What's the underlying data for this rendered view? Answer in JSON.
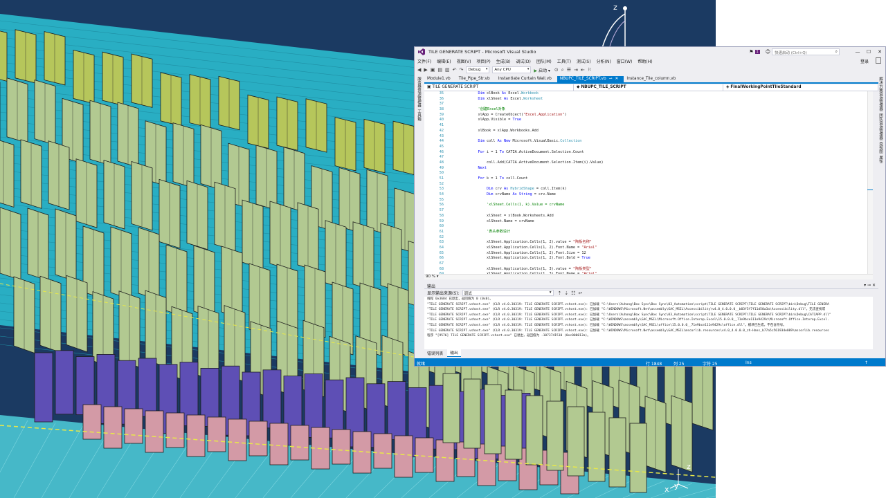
{
  "viewport": {
    "axes_top": {
      "z": "z"
    },
    "axes_bottom": {
      "z": "z",
      "y": "y",
      "x": "x"
    },
    "colors": {
      "background": "#1b3a62",
      "facade_green": "#b2c991",
      "facade_olive": "#b6c65b",
      "facade_purple": "#5e4fb5",
      "facade_pink": "#d39aa6",
      "facade_cyan": "#29aec3",
      "floor": "#46b8c8"
    }
  },
  "vs": {
    "title": "TILE GENERATE SCRIPT - Microsoft Visual Studio",
    "quick_launch_placeholder": "快速启动 (Ctrl+Q)",
    "notification_count": "1",
    "login": "登录",
    "menu": [
      "文件(F)",
      "编辑(E)",
      "视图(V)",
      "项目(P)",
      "生成(B)",
      "调试(D)",
      "团队(M)",
      "工具(T)",
      "测试(S)",
      "分析(N)",
      "窗口(W)",
      "帮助(H)"
    ],
    "toolbar": {
      "config": "Debug",
      "platform": "Any CPU",
      "start": "启动"
    },
    "tabs": [
      {
        "label": "Module1.vb"
      },
      {
        "label": "Tile_Pipe_Str.vb"
      },
      {
        "label": "Instantiate Curtain Wall.vb"
      },
      {
        "label": "NBUPC_TILE_SCRIPT.vb"
      },
      {
        "label": "Instance_Tile_column.vb"
      }
    ],
    "left_strip": [
      "服务器资源管理器",
      "工具箱"
    ],
    "right_strip": [
      "解决方案资源管理器",
      "团队资源管理器",
      "类视图",
      "属性"
    ],
    "nav": {
      "project": "TILE GENERATE SCRIPT",
      "class": "NBUPC_TILE_SCRIPT",
      "member": "FinalWorkingPointTileStandard"
    },
    "zoom": "90 %",
    "code_lines": [
      {
        "n": "35",
        "parts": [
          [
            "",
            "            "
          ],
          [
            "kw",
            "Dim"
          ],
          [
            "",
            " xlBook "
          ],
          [
            "kw",
            "As"
          ],
          [
            "",
            " Excel."
          ],
          [
            "ty",
            "Workbook"
          ]
        ]
      },
      {
        "n": "36",
        "parts": [
          [
            "",
            "            "
          ],
          [
            "kw",
            "Dim"
          ],
          [
            "",
            " xlSheet "
          ],
          [
            "kw",
            "As"
          ],
          [
            "",
            " Excel."
          ],
          [
            "ty",
            "Worksheet"
          ]
        ]
      },
      {
        "n": "37",
        "parts": []
      },
      {
        "n": "38",
        "parts": [
          [
            "",
            "            "
          ],
          [
            "cm",
            "'创建Excel对象"
          ]
        ]
      },
      {
        "n": "39",
        "parts": [
          [
            "",
            "            xlApp = CreateObject("
          ],
          [
            "st",
            "\"Excel.Application\""
          ],
          [
            "",
            ")"
          ]
        ]
      },
      {
        "n": "40",
        "parts": [
          [
            "",
            "            xlApp.Visible = "
          ],
          [
            "kw",
            "True"
          ]
        ]
      },
      {
        "n": "41",
        "parts": []
      },
      {
        "n": "42",
        "parts": [
          [
            "",
            "            xlBook = xlApp.Workbooks.Add"
          ]
        ]
      },
      {
        "n": "43",
        "parts": []
      },
      {
        "n": "44",
        "parts": [
          [
            "",
            "            "
          ],
          [
            "kw",
            "Dim"
          ],
          [
            "",
            " coll "
          ],
          [
            "kw",
            "As New"
          ],
          [
            "",
            " Microsoft.VisualBasic."
          ],
          [
            "ty",
            "Collection"
          ]
        ]
      },
      {
        "n": "45",
        "parts": []
      },
      {
        "n": "46",
        "parts": [
          [
            "",
            "            "
          ],
          [
            "kw",
            "For"
          ],
          [
            "",
            " i = 1 "
          ],
          [
            "kw",
            "To"
          ],
          [
            "",
            " CATIA.ActiveDocument.Selection.Count"
          ]
        ]
      },
      {
        "n": "47",
        "parts": []
      },
      {
        "n": "48",
        "parts": [
          [
            "",
            "                coll.Add(CATIA.ActiveDocument.Selection.Item(i).Value)"
          ]
        ]
      },
      {
        "n": "49",
        "parts": [
          [
            "",
            "            "
          ],
          [
            "kw",
            "Next"
          ]
        ]
      },
      {
        "n": "50",
        "parts": []
      },
      {
        "n": "51",
        "parts": [
          [
            "",
            "            "
          ],
          [
            "kw",
            "For"
          ],
          [
            "",
            " k = 1 "
          ],
          [
            "kw",
            "To"
          ],
          [
            "",
            " coll.Count"
          ]
        ]
      },
      {
        "n": "52",
        "parts": []
      },
      {
        "n": "53",
        "parts": [
          [
            "",
            "                "
          ],
          [
            "kw",
            "Dim"
          ],
          [
            "",
            " crv "
          ],
          [
            "kw",
            "As"
          ],
          [
            "",
            " "
          ],
          [
            "ty",
            "HybridShape"
          ],
          [
            "",
            " = coll.Item(k)"
          ]
        ]
      },
      {
        "n": "54",
        "parts": [
          [
            "",
            "                "
          ],
          [
            "kw",
            "Dim"
          ],
          [
            "",
            " crvName "
          ],
          [
            "kw",
            "As String"
          ],
          [
            "",
            " = crv.Name"
          ]
        ]
      },
      {
        "n": "55",
        "parts": []
      },
      {
        "n": "56",
        "parts": [
          [
            "",
            "                "
          ],
          [
            "cm",
            "'xlSheet.Cells(1, k).Value = crvName"
          ]
        ]
      },
      {
        "n": "57",
        "parts": []
      },
      {
        "n": "58",
        "parts": [
          [
            "",
            "                xlSheet = xlBook.Worksheets.Add"
          ]
        ]
      },
      {
        "n": "59",
        "parts": [
          [
            "",
            "                xlSheet.Name = crvName"
          ]
        ]
      },
      {
        "n": "60",
        "parts": []
      },
      {
        "n": "61",
        "parts": [
          [
            "",
            "                "
          ],
          [
            "cm",
            "'表头参数设计"
          ]
        ]
      },
      {
        "n": "62",
        "parts": []
      },
      {
        "n": "63",
        "parts": [
          [
            "",
            "                xlSheet.Application.Cells(1, 2).value = "
          ],
          [
            "st",
            "\"陶板名称\""
          ]
        ]
      },
      {
        "n": "64",
        "parts": [
          [
            "",
            "                xlSheet.Application.Cells(1, 2).Font.Name = "
          ],
          [
            "st",
            "\"Arial\""
          ]
        ]
      },
      {
        "n": "65",
        "parts": [
          [
            "",
            "                xlSheet.Application.Cells(1, 2).Font.Size = 12"
          ]
        ]
      },
      {
        "n": "66",
        "parts": [
          [
            "",
            "                xlSheet.Application.Cells(1, 2).Font.Bold = "
          ],
          [
            "kw",
            "True"
          ]
        ]
      },
      {
        "n": "67",
        "parts": []
      },
      {
        "n": "68",
        "parts": [
          [
            "",
            "                xlSheet.Application.Cells(1, 3).value = "
          ],
          [
            "st",
            "\"陶板类型\""
          ]
        ]
      },
      {
        "n": "69",
        "parts": [
          [
            "",
            "                xlSheet.Application.Cells(1, 3).Font.Name = "
          ],
          [
            "st",
            "\"Arial\""
          ]
        ]
      }
    ],
    "output": {
      "header": "输出",
      "source_label": "显示输出来源(S):",
      "source_value": "调试",
      "lines": [
        "线程 0x3684 已退出，返回值为 0 (0x0)。",
        "\"TILE GENERATE SCRIPT.vshost.exe\" (CLR v4.0.30319: TILE GENERATE SCRIPT.vshost.exe): 已加载 \"C:\\Users\\Xuhong\\Box Sync\\Box Sync\\03_Automation\\script\\TILE GENERATE SCRIPT\\TILE GENERATE SCRIPT\\bin\\Debug\\TILE GENERA",
        "\"TILE GENERATE SCRIPT.vshost.exe\" (CLR v4.0.30319: TILE GENERATE SCRIPT.vshost.exe): 已加载 \"C:\\WINDOWS\\Microsoft.Net\\assembly\\GAC_MSIL\\Accessibility\\v4.0_4.0.0.0__b03f5f7f11d50a3a\\Accessibility.dll\"。无法查找或",
        "\"TILE GENERATE SCRIPT.vshost.exe\" (CLR v4.0.30319: TILE GENERATE SCRIPT.vshost.exe): 已加载 \"C:\\Users\\Xuhong\\Box Sync\\Box Sync\\03_Automation\\script\\TILE GENERATE SCRIPT\\TILE GENERATE SCRIPT\\bin\\Debug\\CATIAPP.dll\"",
        "\"TILE GENERATE SCRIPT.vshost.exe\" (CLR v4.0.30319: TILE GENERATE SCRIPT.vshost.exe): 已加载 \"C:\\WINDOWS\\assembly\\GAC_MSIL\\Microsoft.Office.Interop.Excel\\15.0.0.0__71e9bce111e9429c\\Microsoft.Office.Interop.Excel.",
        "\"TILE GENERATE SCRIPT.vshost.exe\" (CLR v4.0.30319: TILE GENERATE SCRIPT.vshost.exe): 已加载 \"C:\\WINDOWS\\assembly\\GAC_MSIL\\office\\15.0.0.0__71e9bce111e9429c\\office.dll\"。模块已生成，不包含符号。",
        "\"TILE GENERATE SCRIPT.vshost.exe\" (CLR v4.0.30319: TILE GENERATE SCRIPT.vshost.exe): 已加载 \"C:\\WINDOWS\\Microsoft.Net\\assembly\\GAC_MSIL\\mscorlib.resources\\v4.0_4.0.0.0_zh-Hans_b77a5c561934e089\\mscorlib.resources",
        "程序 \"[9576] TILE GENERATE SCRIPT.vshost.exe\" 已退出，返回值为 -1073741510 (0xc000013a)。"
      ],
      "tabs": [
        "错误列表",
        "输出"
      ]
    },
    "status": {
      "state": "就绪",
      "row": "行 1848",
      "col": "列 25",
      "char": "字符 25",
      "mode": "Ins"
    }
  }
}
